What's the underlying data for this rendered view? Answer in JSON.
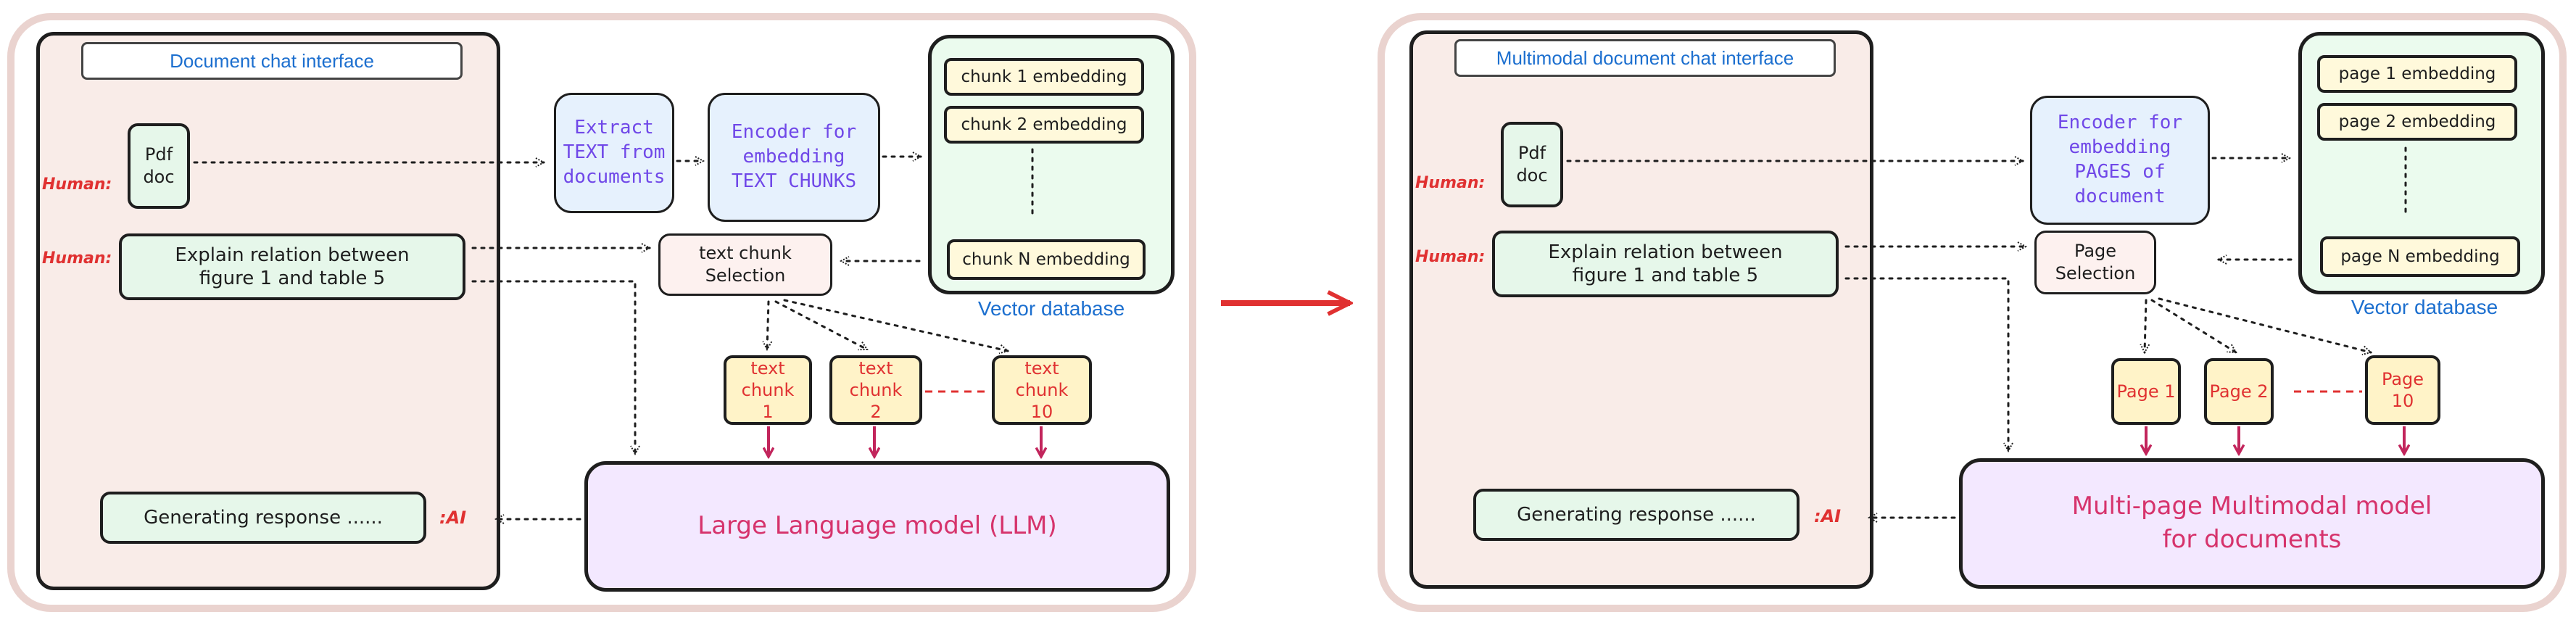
{
  "left": {
    "title": "Document chat interface",
    "human_label_1": "Human:",
    "human_label_2": "Human:",
    "pdf_line1": "Pdf",
    "pdf_line2": "doc",
    "question": "Explain relation between figure 1 and table 5",
    "response": "Generating response ......",
    "ai_label": ":AI",
    "extract": "Extract TEXT from documents",
    "encoder": "Encoder for embedding TEXT CHUNKS",
    "embeddings": [
      "chunk 1 embedding",
      "chunk 2 embedding",
      "chunk N embedding"
    ],
    "vector_label": "Vector database",
    "selection": "text chunk Selection",
    "chunks": [
      "text chunk 1",
      "text chunk 2",
      "text chunk 10"
    ],
    "model": "Large Language model (LLM)"
  },
  "right": {
    "title": "Multimodal document chat interface",
    "human_label_1": "Human:",
    "human_label_2": "Human:",
    "pdf_line1": "Pdf",
    "pdf_line2": "doc",
    "question": "Explain relation between figure 1 and table 5",
    "response": "Generating response ......",
    "ai_label": ":AI",
    "encoder": "Encoder for embedding PAGES of document",
    "embeddings": [
      "page 1 embedding",
      "page 2 embedding",
      "page N embedding"
    ],
    "vector_label": "Vector database",
    "selection": "Page Selection",
    "chunks": [
      "Page 1",
      "Page 2",
      "Page 10"
    ],
    "model": "Multi-page Multimodal model for documents"
  },
  "colors": {
    "panel_border": "#ead3cf",
    "chat_fill": "#f9ece8",
    "green_fill": "#e6f7ea",
    "blue_fill": "#e6f1fd",
    "purple_text": "#7048e8",
    "chunk_fill": "#fff3c8",
    "model_fill": "#f3e8ff",
    "model_text": "#d6336c",
    "label_blue": "#1c6fcf",
    "red": "#e03131"
  }
}
